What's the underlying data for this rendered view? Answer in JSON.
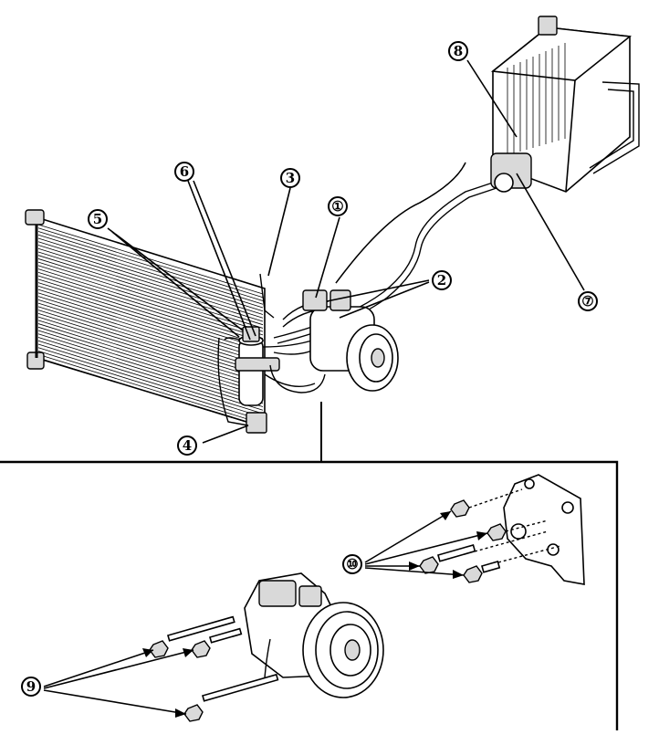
{
  "callouts": [
    {
      "id": "c1",
      "label": "①"
    },
    {
      "id": "c2",
      "label": "2"
    },
    {
      "id": "c3",
      "label": "3"
    },
    {
      "id": "c4",
      "label": "4"
    },
    {
      "id": "c5",
      "label": "5"
    },
    {
      "id": "c6",
      "label": "6"
    },
    {
      "id": "c7",
      "label": "⑦"
    },
    {
      "id": "c8",
      "label": "8"
    },
    {
      "id": "c9",
      "label": "9"
    },
    {
      "id": "c10",
      "label": "⑩"
    }
  ]
}
